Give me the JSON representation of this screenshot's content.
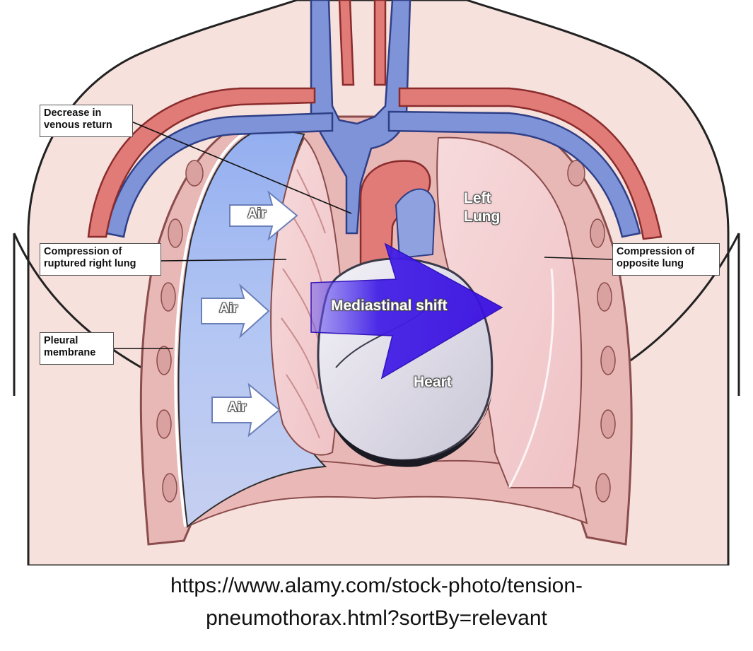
{
  "labels": {
    "decrease_venous_return": "Decrease in\nvenous return",
    "compression_right_lung": "Compression of\nruptured right lung",
    "pleural_membrane": "Pleural\nmembrane",
    "compression_opposite_lung": "Compression of\nopposite lung",
    "left_lung": "Left\nLung",
    "mediastinal_shift": "Mediastinal shift",
    "heart": "Heart",
    "air_top": "Air",
    "air_middle": "Air",
    "air_bottom": "Air"
  },
  "source": {
    "line1": "https://www.alamy.com/stock-photo/tension-",
    "line2": "pneumothorax.html?sortBy=relevant"
  },
  "colors": {
    "skin": "#f7e1dc",
    "vein": "#7f93d9",
    "artery": "#e07b78",
    "pleural_air": "#a9bff2",
    "lung_tissue": "#f3cdcf",
    "heart": "#e6e3ec",
    "shift_arrow": "#4a20e0"
  }
}
